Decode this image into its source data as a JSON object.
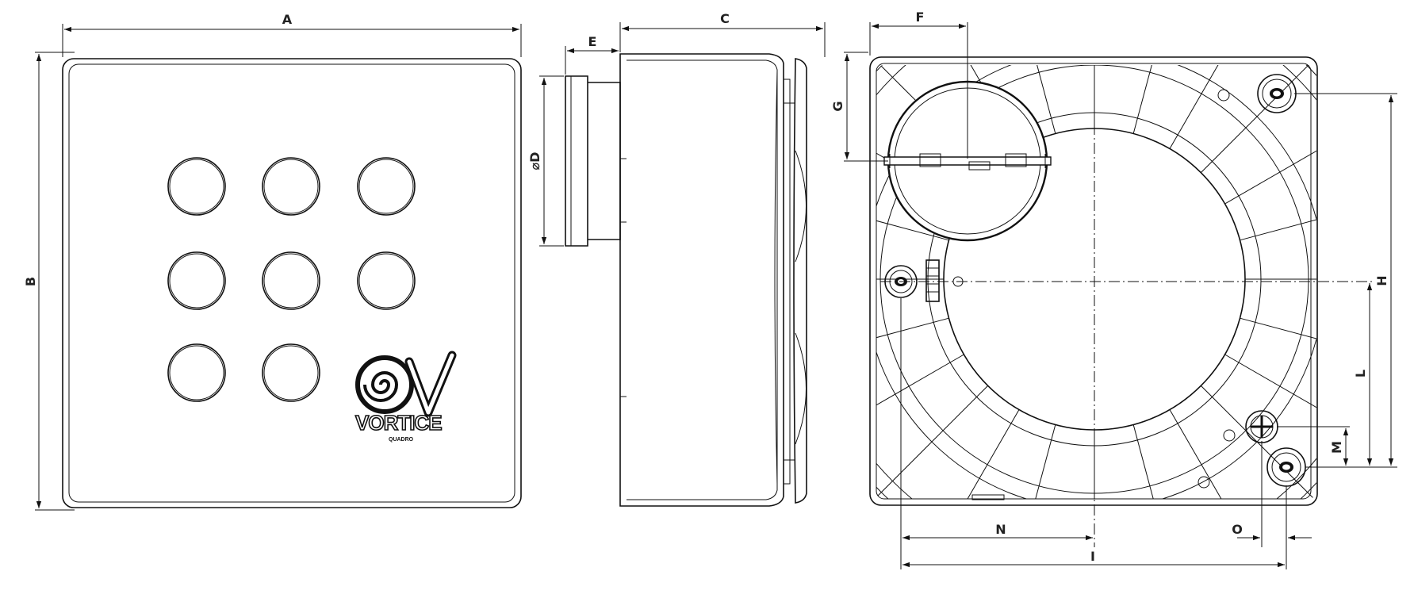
{
  "brand": {
    "name": "VORTICE",
    "model": "QUADRO"
  },
  "dimensions": {
    "A": "A",
    "B": "B",
    "C": "C",
    "D": "⌀D",
    "E": "E",
    "F": "F",
    "G": "G",
    "H": "H",
    "I": "I",
    "L": "L",
    "M": "M",
    "N": "N",
    "O": "O"
  },
  "colors": {
    "line": "#111111",
    "background": "#ffffff"
  }
}
